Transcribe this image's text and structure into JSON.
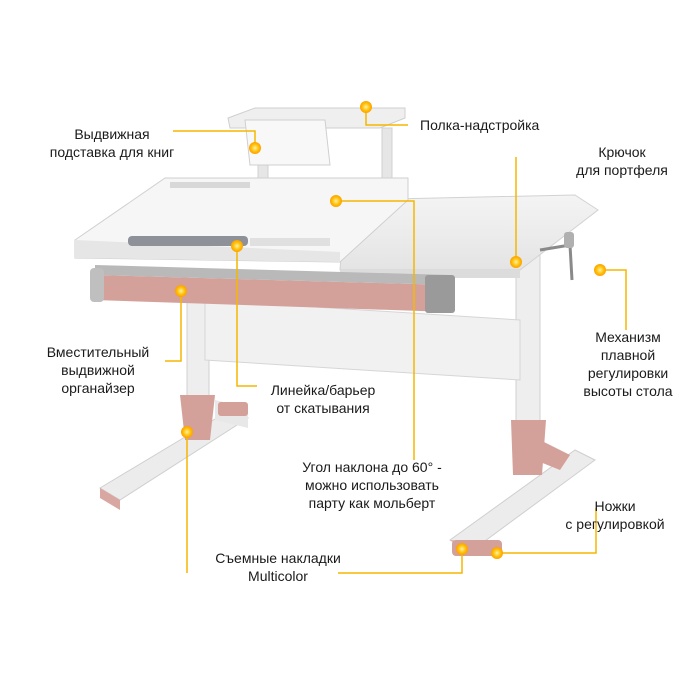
{
  "colors": {
    "accent_line": "#f5b700",
    "marker": "#ffc107",
    "pink": "#d4a09a",
    "desk_white": "#f1f1f1",
    "desk_grey": "#dcdcdc"
  },
  "features": {
    "book_stand": {
      "line1": "Выдвижная",
      "line2": "подставка для книг"
    },
    "shelf": {
      "line1": "Полка-надстройка"
    },
    "hook": {
      "line1": "Крючок",
      "line2": "для портфеля"
    },
    "organizer": {
      "line1": "Вместительный",
      "line2": "выдвижной",
      "line3": "органайзер"
    },
    "ruler": {
      "line1": "Линейка/барьер",
      "line2": "от скатывания"
    },
    "height_mechanism": {
      "line1": "Механизм",
      "line2": "плавной",
      "line3": "регулировки",
      "line4": "высоты стола"
    },
    "tilt": {
      "line1": "Угол наклона до 60° -",
      "line2": "можно использовать",
      "line3": "парту как мольберт"
    },
    "feet": {
      "line1": "Ножки",
      "line2": "с регулировкой"
    },
    "covers": {
      "line1": "Съемные накладки",
      "line2": "Multicolor"
    }
  }
}
